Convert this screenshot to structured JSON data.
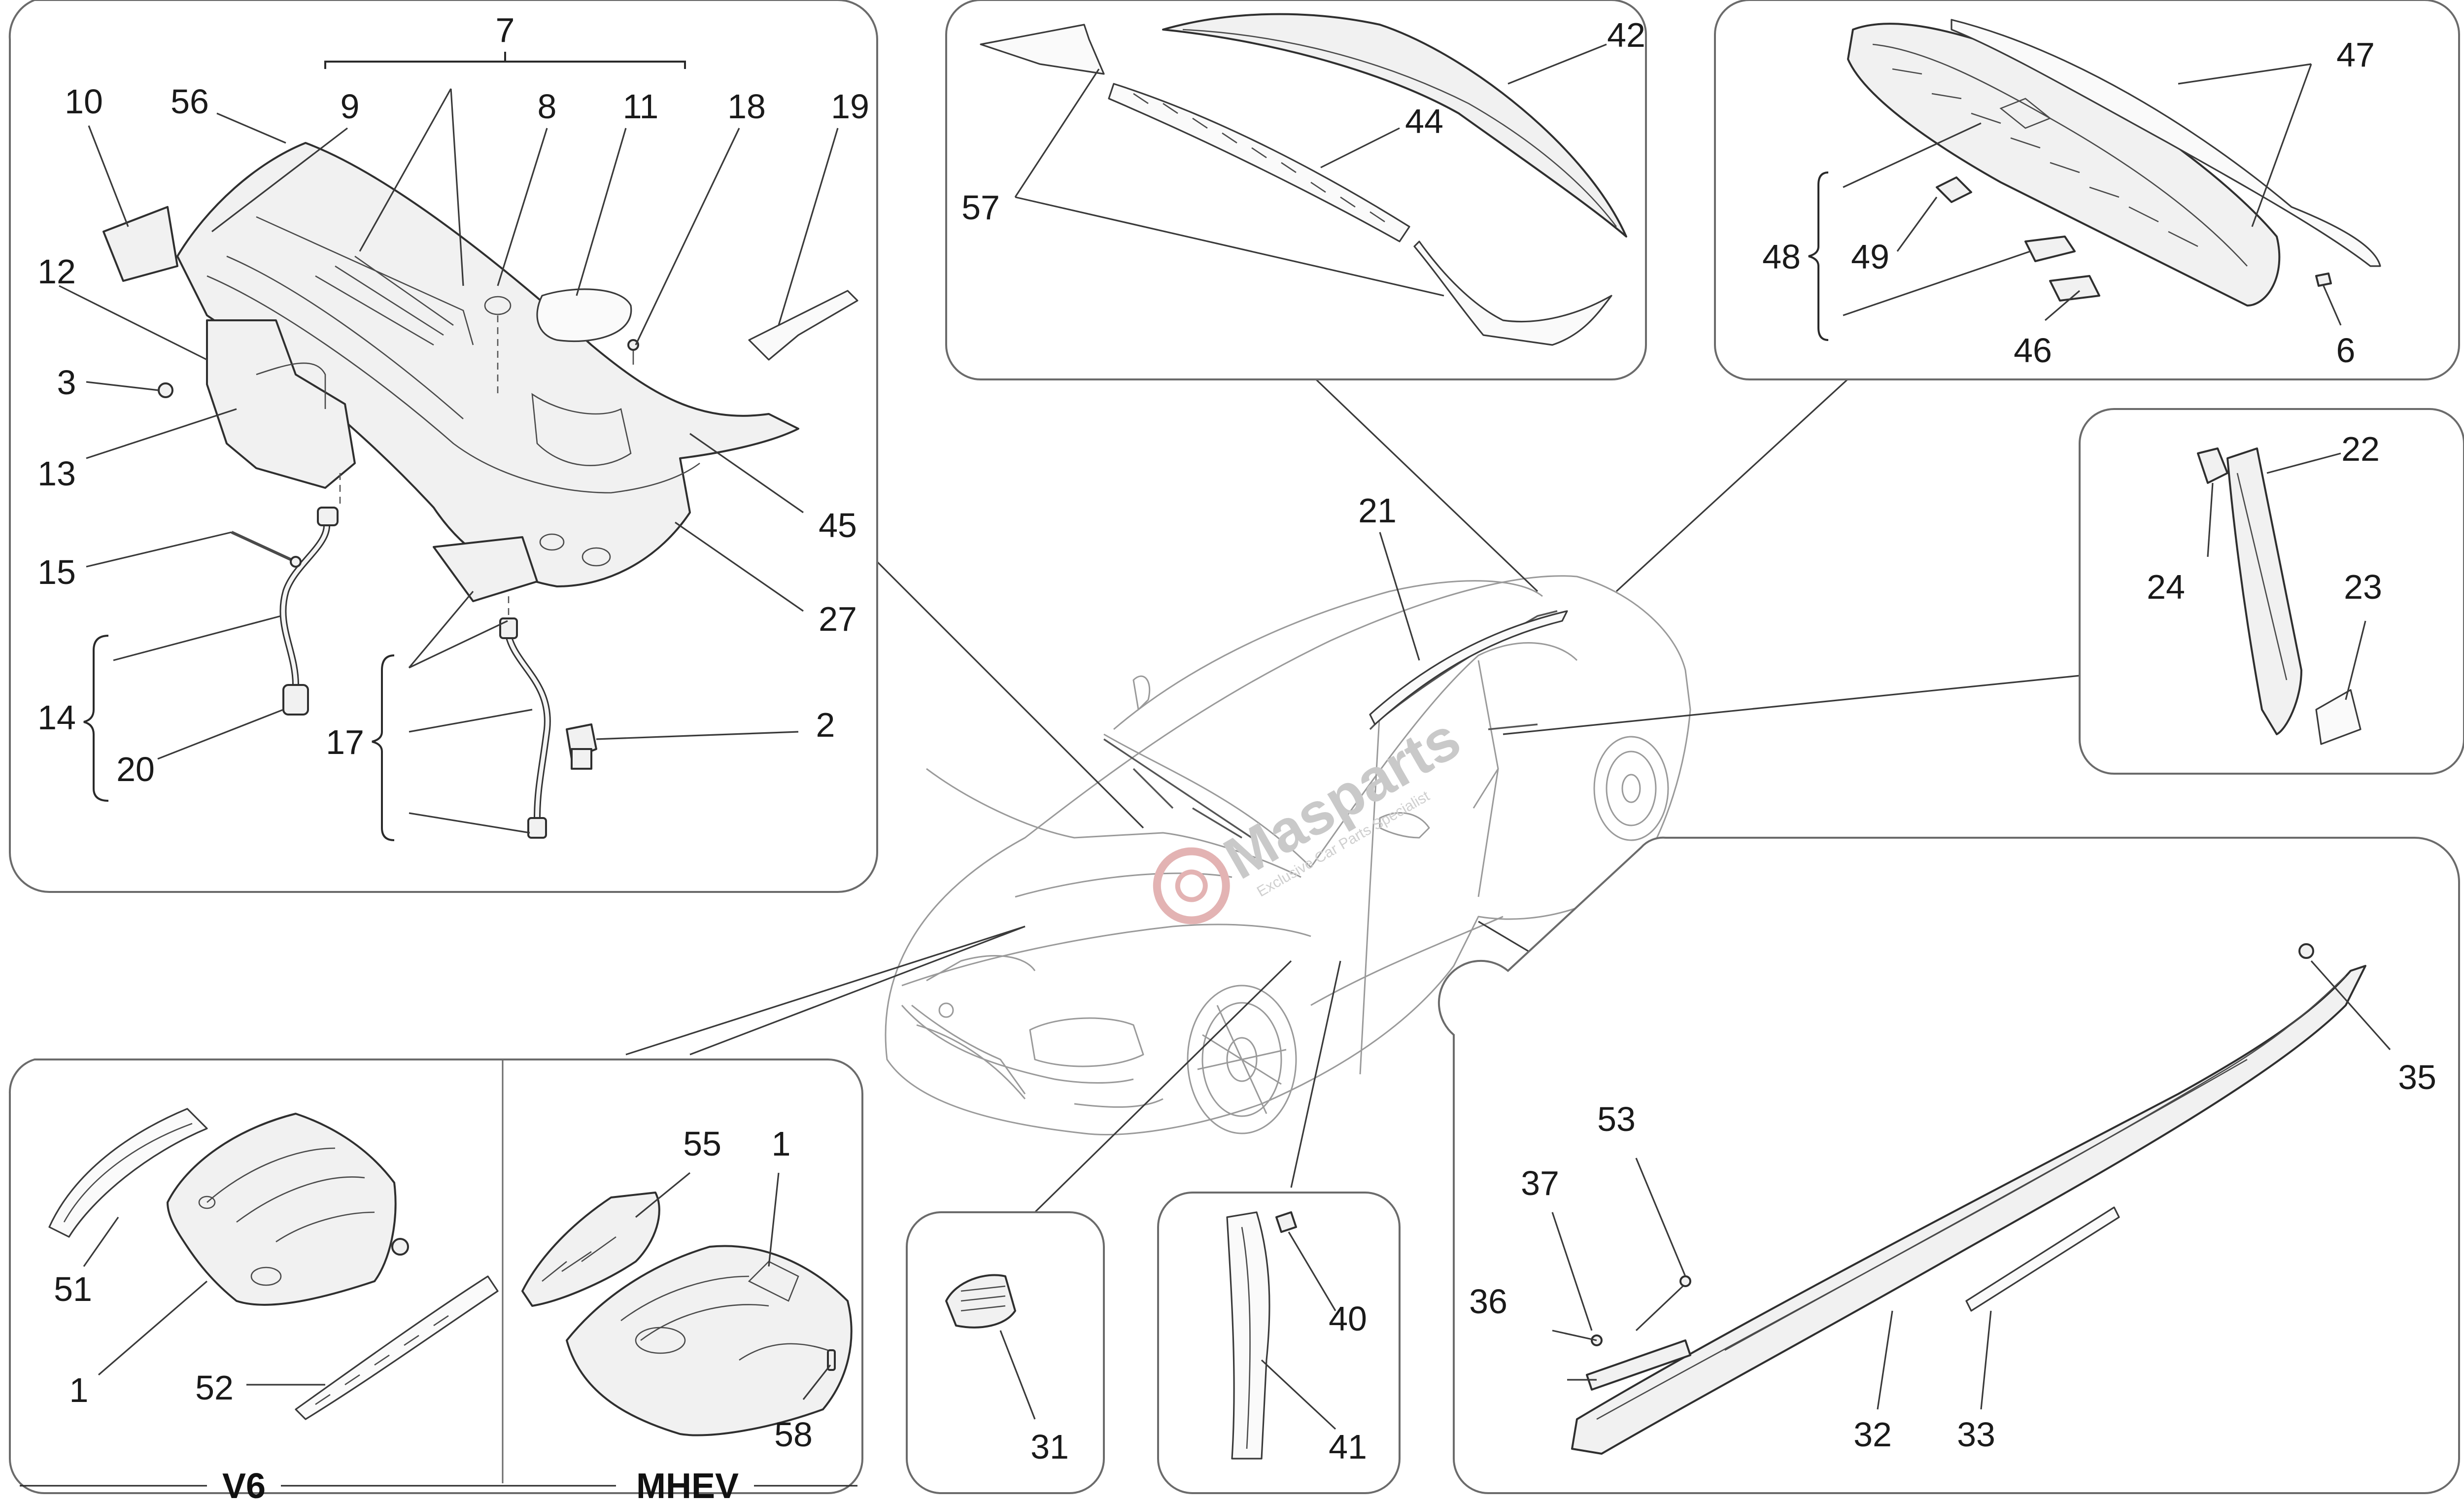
{
  "callouts": {
    "c1a": "1",
    "c1b": "1",
    "c2": "2",
    "c3": "3",
    "c6": "6",
    "c7": "7",
    "c8": "8",
    "c9": "9",
    "c10": "10",
    "c11": "11",
    "c12": "12",
    "c13": "13",
    "c14": "14",
    "c15": "15",
    "c17": "17",
    "c18": "18",
    "c19": "19",
    "c20": "20",
    "c21": "21",
    "c22": "22",
    "c23": "23",
    "c24": "24",
    "c27": "27",
    "c31": "31",
    "c32": "32",
    "c33": "33",
    "c35": "35",
    "c36": "36",
    "c37": "37",
    "c40": "40",
    "c41": "41",
    "c42": "42",
    "c44": "44",
    "c45": "45",
    "c46": "46",
    "c47": "47",
    "c48": "48",
    "c49": "49",
    "c51": "51",
    "c52": "52",
    "c53": "53",
    "c55": "55",
    "c56": "56",
    "c57": "57",
    "c58": "58"
  },
  "variants": {
    "v6": "V6",
    "mhev": "MHEV"
  },
  "watermark": {
    "brand": "Masparts",
    "tagline": "Exclusive Car Parts Specialist",
    "accent": "#e0a0a0"
  }
}
